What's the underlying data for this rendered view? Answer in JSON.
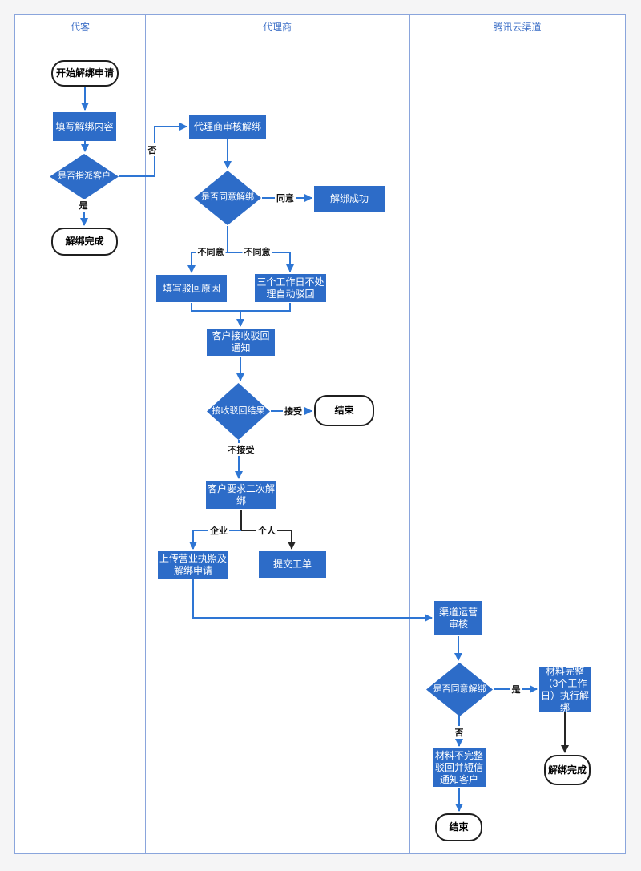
{
  "lanes": [
    {
      "title": "代客"
    },
    {
      "title": "代理商"
    },
    {
      "title": "腾讯云渠道"
    }
  ],
  "nodes": {
    "start_request": {
      "label": "开始解绑申请",
      "type": "terminal"
    },
    "fill_unbind_content": {
      "label": "填写解绑内容",
      "type": "process"
    },
    "assign_customer_decision": {
      "label": "是否指派客户",
      "type": "decision"
    },
    "unbind_done_left": {
      "label": "解绑完成",
      "type": "terminal"
    },
    "agent_review": {
      "label": "代理商审核解绑",
      "type": "process"
    },
    "agree_unbind_decision": {
      "label": "是否同意解绑",
      "type": "decision"
    },
    "unbind_success": {
      "label": "解绑成功",
      "type": "process"
    },
    "fill_reject_reason": {
      "label": "填写驳回原因",
      "type": "process"
    },
    "auto_reject": {
      "label": "三个工作日不处理自动驳回",
      "type": "process"
    },
    "customer_receive_reject": {
      "label": "客户接收驳回通知",
      "type": "process"
    },
    "receive_reject_decision": {
      "label": "接收驳回结果",
      "type": "decision"
    },
    "end_middle": {
      "label": "结束",
      "type": "terminal"
    },
    "second_unbind_request": {
      "label": "客户要求二次解绑",
      "type": "process"
    },
    "upload_license": {
      "label": "上传营业执照及解绑申请",
      "type": "process"
    },
    "submit_ticket": {
      "label": "提交工单",
      "type": "process"
    },
    "channel_ops_review": {
      "label": "渠道运营审核",
      "type": "process"
    },
    "channel_agree_decision": {
      "label": "是否同意解绑",
      "type": "decision"
    },
    "material_complete": {
      "label": "材料完整（3个工作日）执行解绑",
      "type": "process"
    },
    "unbind_done_right": {
      "label": "解绑完成",
      "type": "terminal"
    },
    "material_incomplete": {
      "label": "材料不完整驳回并短信通知客户",
      "type": "process"
    },
    "end_right": {
      "label": "结束",
      "type": "terminal"
    }
  },
  "edge_labels": {
    "no_assign": "否",
    "yes_assign": "是",
    "agree": "同意",
    "disagree_left": "不同意",
    "disagree_right": "不同意",
    "accept": "接受",
    "not_accept": "不接受",
    "enterprise": "企业",
    "personal": "个人",
    "yes_channel": "是",
    "no_channel": "否"
  },
  "colors": {
    "node_fill": "#2D6CC8",
    "connector_blue": "#2E76D4",
    "connector_black": "#262626",
    "frame_border": "#8AA5DC",
    "header_text": "#4273C8",
    "canvas_bg": "#F5F5F6"
  }
}
